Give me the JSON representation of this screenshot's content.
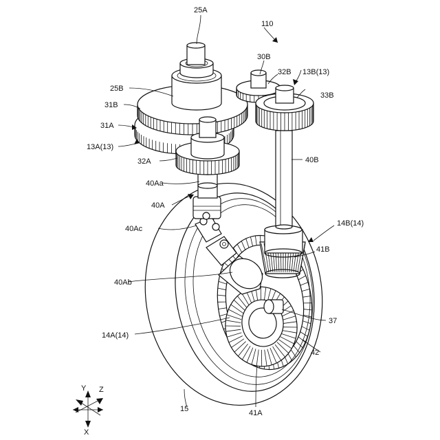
{
  "labels": {
    "l25A": "25A",
    "l110": "110",
    "l30B": "30B",
    "l32B": "32B",
    "l13B": "13B(13)",
    "l25B": "25B",
    "l33B": "33B",
    "l31B": "31B",
    "l31A": "31A",
    "l13A": "13A(13)",
    "l32A": "32A",
    "l40B": "40B",
    "l40Aa": "40Aa",
    "l40A": "40A",
    "l14B": "14B(14)",
    "l41B": "41B",
    "l40Ac": "40Ac",
    "l40Ab": "40Ab",
    "l37": "37",
    "l14A": "14A(14)",
    "l42": "42",
    "l15": "15",
    "l41A": "41A"
  },
  "axes": {
    "y": "Y",
    "z": "Z",
    "x": "X"
  }
}
